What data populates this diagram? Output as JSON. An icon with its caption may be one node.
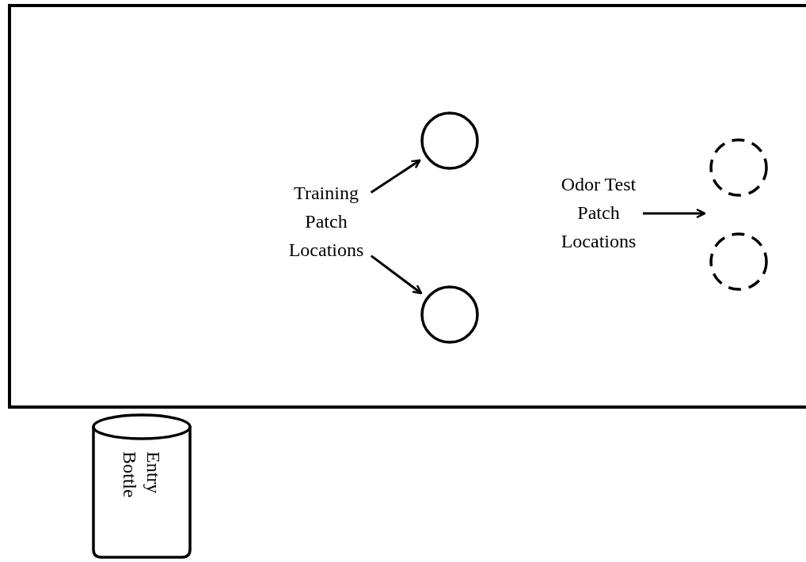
{
  "diagram": {
    "nodes": [
      {
        "text": [],
        "shape": "box"
      },
      {
        "text": [
          "Training Patch Locations"
        ],
        "in": 0
      },
      {
        "text": [],
        "shape": "circle",
        "in": 0
      },
      {
        "text": [],
        "shape": "circle",
        "in": 0
      },
      {
        "text": [
          "Odor Test Patch Locations"
        ],
        "in": 0
      },
      {
        "text": [],
        "shape": "circle",
        "in": 0
      },
      {
        "text": [],
        "shape": "circle",
        "in": 0
      },
      {
        "text": [
          "Entry Bottle"
        ]
      }
    ],
    "edges": [
      {
        "from": 1,
        "to": 2,
        "arrow": "to"
      },
      {
        "from": 1,
        "to": 3,
        "arrow": "to"
      },
      {
        "from": 4,
        "to": null,
        "arrow": "to"
      }
    ]
  }
}
